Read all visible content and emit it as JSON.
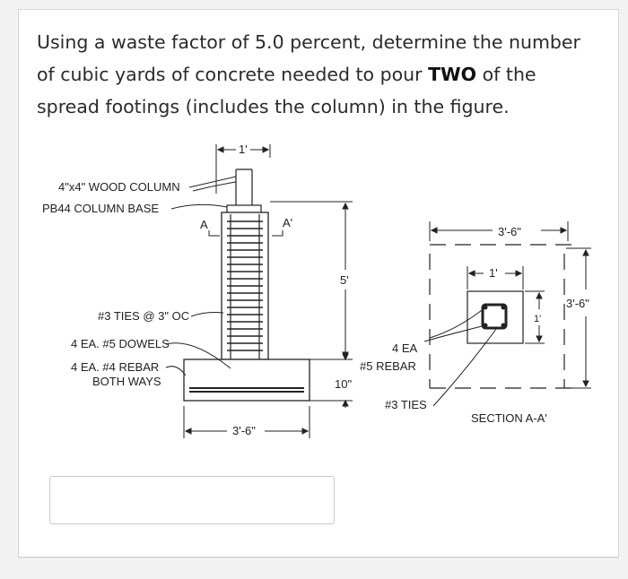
{
  "question": {
    "part1": "Using a waste factor of 5.0 percent, determine the number of cubic yards of concrete needed to pour ",
    "emphasis": "TWO",
    "part2": " of the spread footings (includes the column) in the figure."
  },
  "figure": {
    "dim_top": "1'",
    "wood_column": "4\"x4\" WOOD COLUMN",
    "column_base": "PB44 COLUMN BASE",
    "section_a": "A",
    "section_a_prime": "A'",
    "height_5": "5'",
    "ties": "#3 TIES @ 3\" OC",
    "dowels": "4 EA. #5 DOWELS",
    "rebar_line1": "4 EA. #4 REBAR",
    "rebar_line2": "BOTH WAYS",
    "thickness": "10\"",
    "width_bottom": "3'-6\"",
    "plan_width": "3'-6\"",
    "plan_inner_width": "1'",
    "plan_depth": "3'-6\"",
    "plan_inner_depth": "1'",
    "ea_line1": "4 EA",
    "ea_line2": "#5 REBAR",
    "plan_ties": "#3 TIES",
    "section_label": "SECTION A-A'"
  }
}
